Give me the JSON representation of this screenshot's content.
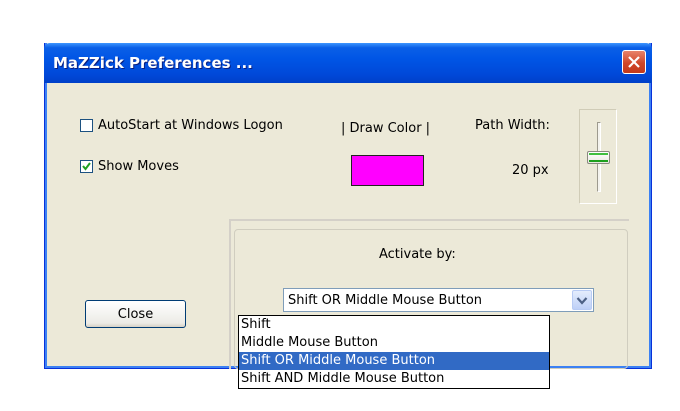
{
  "window": {
    "title": "MaZZick Preferences ..."
  },
  "options": {
    "autostart": {
      "label": "AutoStart at Windows Logon",
      "checked": false
    },
    "show_moves": {
      "label": "Show Moves",
      "checked": true
    }
  },
  "draw_color": {
    "label": "| Draw Color |",
    "color": "#ff00ff"
  },
  "path_width": {
    "label": "Path Width:",
    "value_text": "20 px",
    "slider_level": 0.5
  },
  "activate": {
    "label": "Activate by:",
    "selected": "Shift OR Middle Mouse Button",
    "options": [
      "Shift",
      "Middle Mouse Button",
      "Shift OR Middle Mouse Button",
      "Shift AND Middle Mouse Button"
    ]
  },
  "buttons": {
    "close": "Close"
  },
  "colors": {
    "title_bar": "#0055e5",
    "selection": "#316ac5",
    "dialog_bg": "#ece9d8"
  }
}
